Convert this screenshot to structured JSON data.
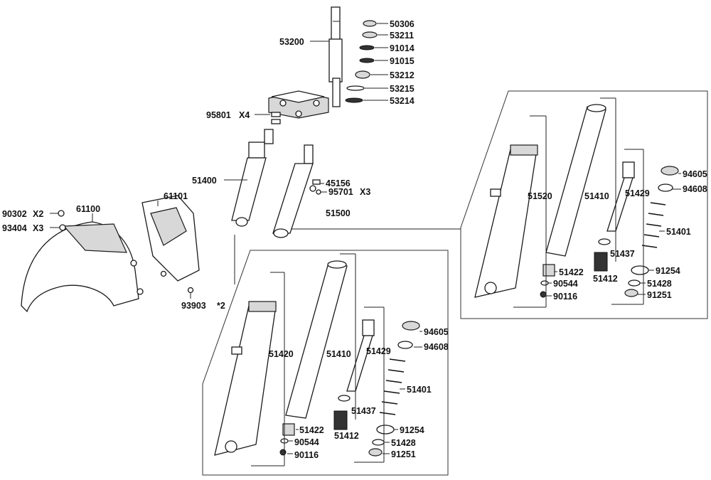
{
  "labels": {
    "p50306": "50306",
    "p53211": "53211",
    "p91014": "91014",
    "p91015": "91015",
    "p53212": "53212",
    "p53215": "53215",
    "p53214": "53214",
    "p53200": "53200",
    "p95801": "95801",
    "p95801_qty": "X4",
    "p51400": "51400",
    "p45156": "45156",
    "p95701": "95701",
    "p95701_qty": "X3",
    "p51500": "51500",
    "p61100": "61100",
    "p61101": "61101",
    "p90302": "90302",
    "p90302_qty": "X2",
    "p93404": "93404",
    "p93404_qty": "X3",
    "p93903": "93903",
    "note2": "*2",
    "a51420": "51420",
    "a51410": "51410",
    "a51429": "51429",
    "a94605": "94605",
    "a94608": "94608",
    "a51401": "51401",
    "a51437": "51437",
    "a51422": "51422",
    "a51412": "51412",
    "a90544": "90544",
    "a90116": "90116",
    "a91254": "91254",
    "a51428": "51428",
    "a91251": "91251",
    "b51520": "51520",
    "b51410": "51410",
    "b51429": "51429",
    "b94605": "94605",
    "b94608": "94608",
    "b51401": "51401",
    "b51437": "51437",
    "b51422": "51422",
    "b51412": "51412",
    "b90544": "90544",
    "b90116": "90116",
    "b91254": "91254",
    "b51428": "51428",
    "b91251": "91251"
  }
}
